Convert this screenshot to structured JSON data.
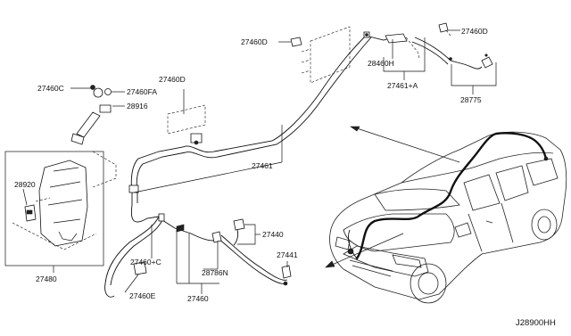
{
  "diagram": {
    "diagram_code": "J28900HH",
    "parts": {
      "p27460D_a": "27460D",
      "p27460D_b": "27460D",
      "p27460D_c": "27460D",
      "p28460H": "28460H",
      "p27461A": "27461+A",
      "p28775": "28775",
      "p27460C": "27460C",
      "p27460FA": "27460FA",
      "p28916": "28916",
      "p27461": "27461",
      "p28920": "28920",
      "p27480": "27480",
      "p27460Cplus": "27460+C",
      "p27460E": "27460E",
      "p28786N": "28786N",
      "p27460": "27460",
      "p27440": "27440",
      "p27441": "27441"
    }
  }
}
